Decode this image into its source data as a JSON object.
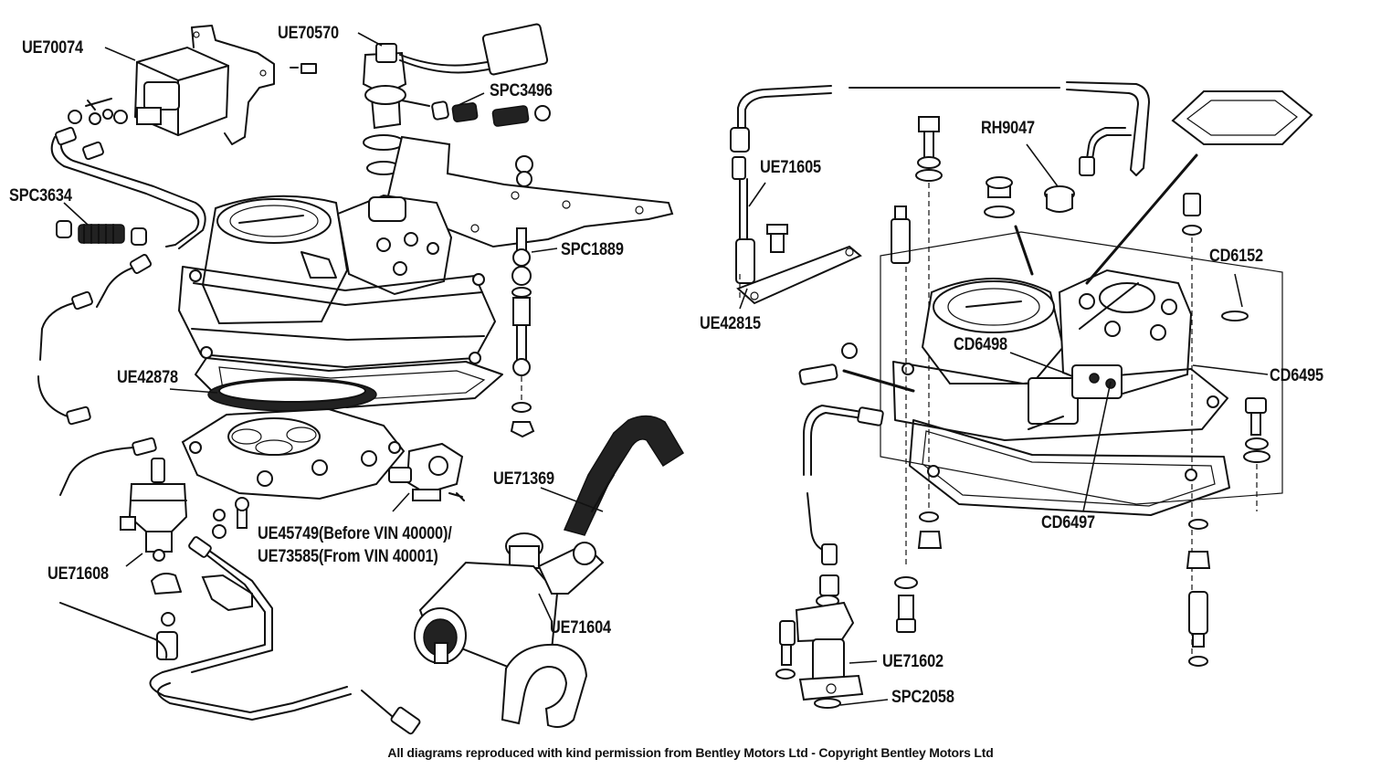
{
  "diagram": {
    "part_labels": [
      {
        "id": "ue70074",
        "text": "UE70074"
      },
      {
        "id": "ue70570",
        "text": "UE70570"
      },
      {
        "id": "spc3496",
        "text": "SPC3496"
      },
      {
        "id": "spc3634",
        "text": "SPC3634"
      },
      {
        "id": "spc1889",
        "text": "SPC1889"
      },
      {
        "id": "ue42878",
        "text": "UE42878"
      },
      {
        "id": "ue71369",
        "text": "UE71369"
      },
      {
        "id": "ue45749",
        "text": "UE45749(Before VIN 40000)/"
      },
      {
        "id": "ue73585",
        "text": "UE73585(From VIN 40001)"
      },
      {
        "id": "ue71608",
        "text": "UE71608"
      },
      {
        "id": "ue71604",
        "text": "UE71604"
      },
      {
        "id": "ue71605",
        "text": "UE71605"
      },
      {
        "id": "rh9047",
        "text": "RH9047"
      },
      {
        "id": "ue42815",
        "text": "UE42815"
      },
      {
        "id": "cd6152",
        "text": "CD6152"
      },
      {
        "id": "cd6498",
        "text": "CD6498"
      },
      {
        "id": "cd6495",
        "text": "CD6495"
      },
      {
        "id": "cd6497",
        "text": "CD6497"
      },
      {
        "id": "ue71602",
        "text": "UE71602"
      },
      {
        "id": "spc2058",
        "text": "SPC2058"
      }
    ],
    "footer": "All diagrams reproduced with kind permission from Bentley Motors Ltd - Copyright Bentley Motors Ltd"
  }
}
